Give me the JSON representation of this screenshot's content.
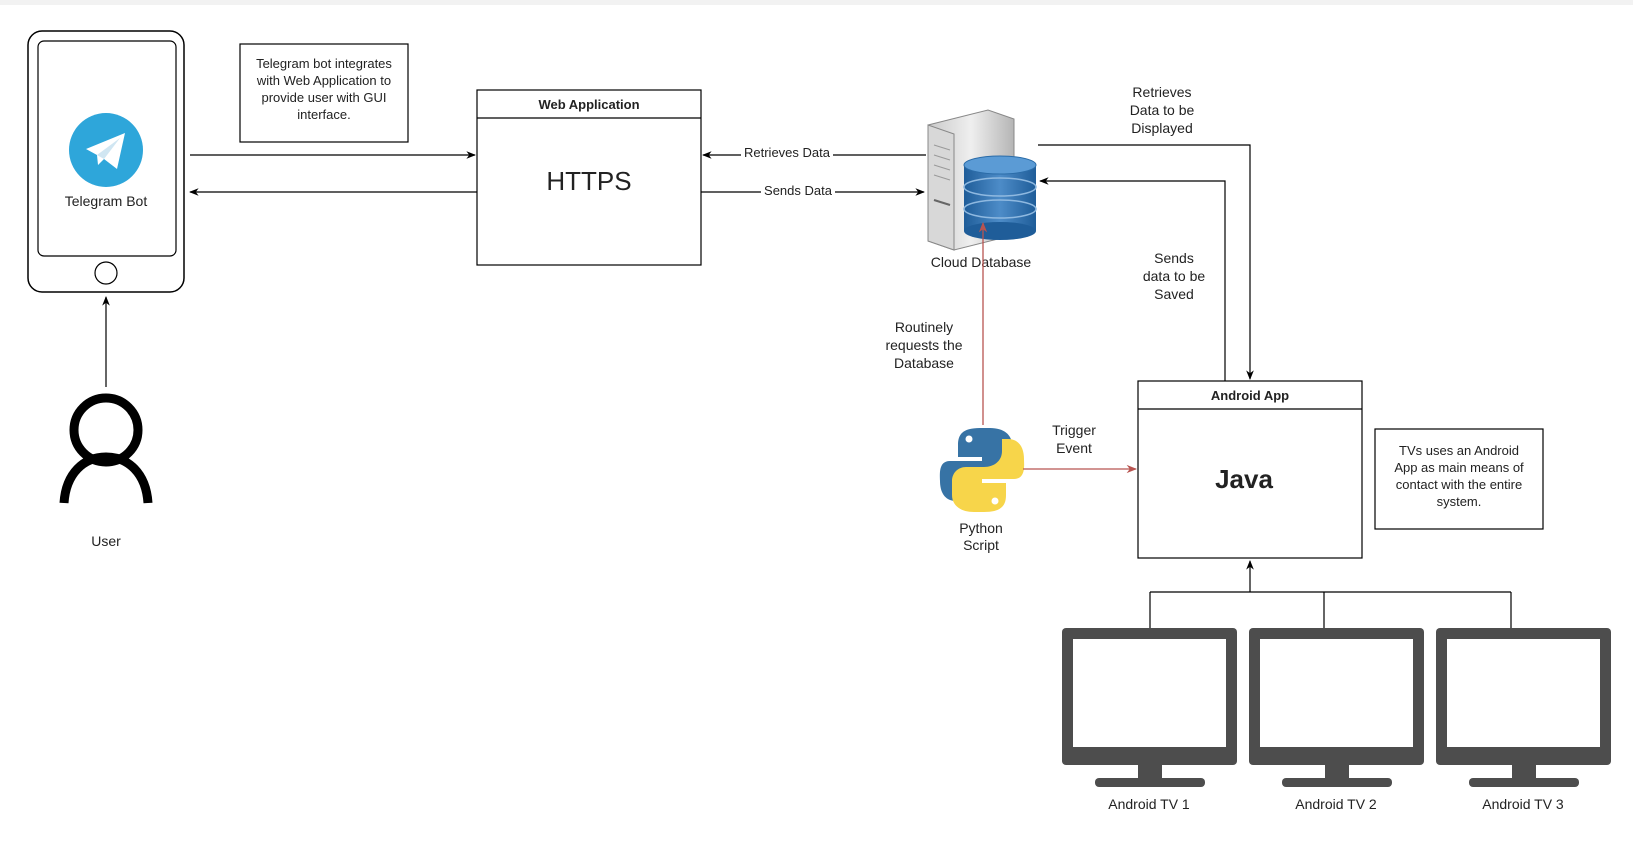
{
  "nodes": {
    "telegram_bot": {
      "label": "Telegram Bot"
    },
    "user": {
      "label": "User"
    },
    "web_app": {
      "header": "Web Application",
      "body": "HTTPS"
    },
    "cloud_db": {
      "label": "Cloud Database"
    },
    "python": {
      "label_line1": "Python",
      "label_line2": "Script"
    },
    "android_app": {
      "header": "Android App",
      "body": "Java"
    },
    "tv1": {
      "label": "Android TV 1"
    },
    "tv2": {
      "label": "Android TV 2"
    },
    "tv3": {
      "label": "Android TV 3"
    }
  },
  "notes": {
    "telegram_note": [
      "Telegram bot integrates",
      "with Web Application to",
      "provide user with GUI",
      "interface."
    ],
    "tv_note": [
      "TVs uses an Android",
      "App as main means of",
      "contact with the entire",
      "system."
    ]
  },
  "edge_labels": {
    "retrieves_data": "Retrieves Data",
    "sends_data": "Sends Data",
    "retrieves_display": [
      "Retrieves",
      "Data to be",
      "Displayed"
    ],
    "sends_saved": [
      "Sends",
      "data to be",
      "Saved"
    ],
    "routinely": [
      "Routinely",
      "requests the",
      "Database"
    ],
    "trigger": [
      "Trigger",
      "Event"
    ]
  },
  "colors": {
    "line": "#000000",
    "red_edge": "#b85450",
    "telegram_blue": "#2ea6da",
    "monitor": "#4d4d4d",
    "python_blue": "#3773a5",
    "python_yellow": "#f7d54a",
    "db_blue": "#2b6ca8"
  }
}
